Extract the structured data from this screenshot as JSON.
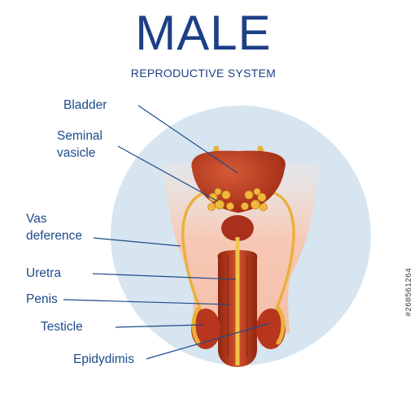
{
  "title": "MALE",
  "subtitle": "REPRODUCTIVE SYSTEM",
  "labels": {
    "bladder": "Bladder",
    "seminal_1": "Seminal",
    "seminal_2": "vasicle",
    "vas_1": "Vas",
    "vas_2": "deference",
    "uretra": "Uretra",
    "penis": "Penis",
    "testicle": "Testicle",
    "epididymis": "Epidydimis"
  },
  "stock_id": "#260561264",
  "colors": {
    "text": "#1d3f86",
    "circle": "#d6e5ef",
    "organ": "#b7361d",
    "tube": "#e8b23a",
    "skin": "#f6c9b8"
  }
}
